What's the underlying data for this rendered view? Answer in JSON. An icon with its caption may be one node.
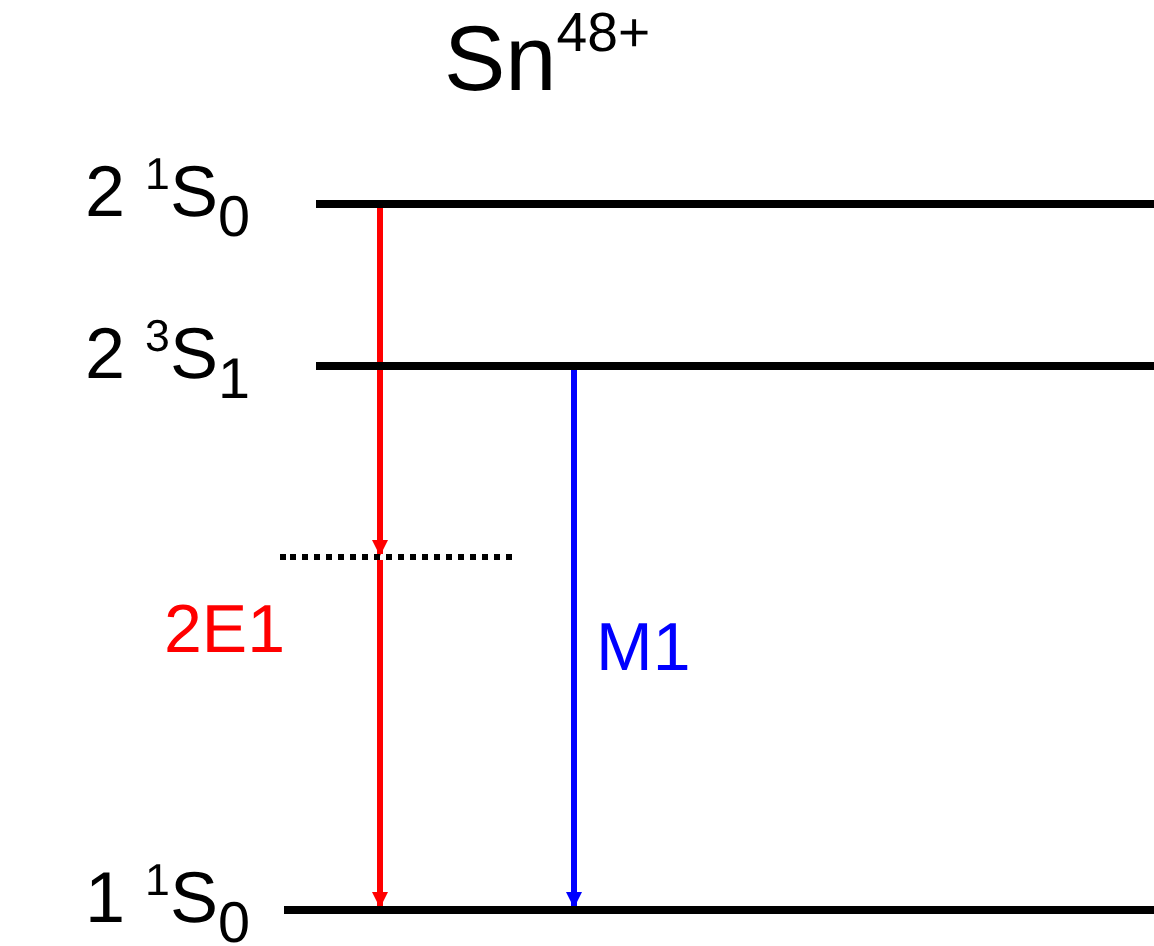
{
  "diagram": {
    "title": "Sn$^{48+}$",
    "nodes": [
      {
        "text": [],
        "shape": "bar",
        "beside": [
          "2 $^{1}$S$_{0}$"
        ]
      },
      {
        "text": [],
        "shape": "bar",
        "beside": [
          "2 $^{3}$S$_{1}$"
        ]
      },
      {
        "text": [],
        "shape": "line"
      },
      {
        "text": [],
        "shape": "bar",
        "beside": [
          "1 $^{1}$S$_{0}$"
        ]
      }
    ],
    "edges": [
      {
        "from": 0,
        "to": 2,
        "arrow": "to",
        "color": "#ff0000"
      },
      {
        "from": 2,
        "to": 3,
        "arrow": "to",
        "label": "2E1",
        "color": "#ff0000"
      },
      {
        "from": 1,
        "to": 3,
        "arrow": "to",
        "label": "M1",
        "color": "#0000ff"
      }
    ]
  }
}
